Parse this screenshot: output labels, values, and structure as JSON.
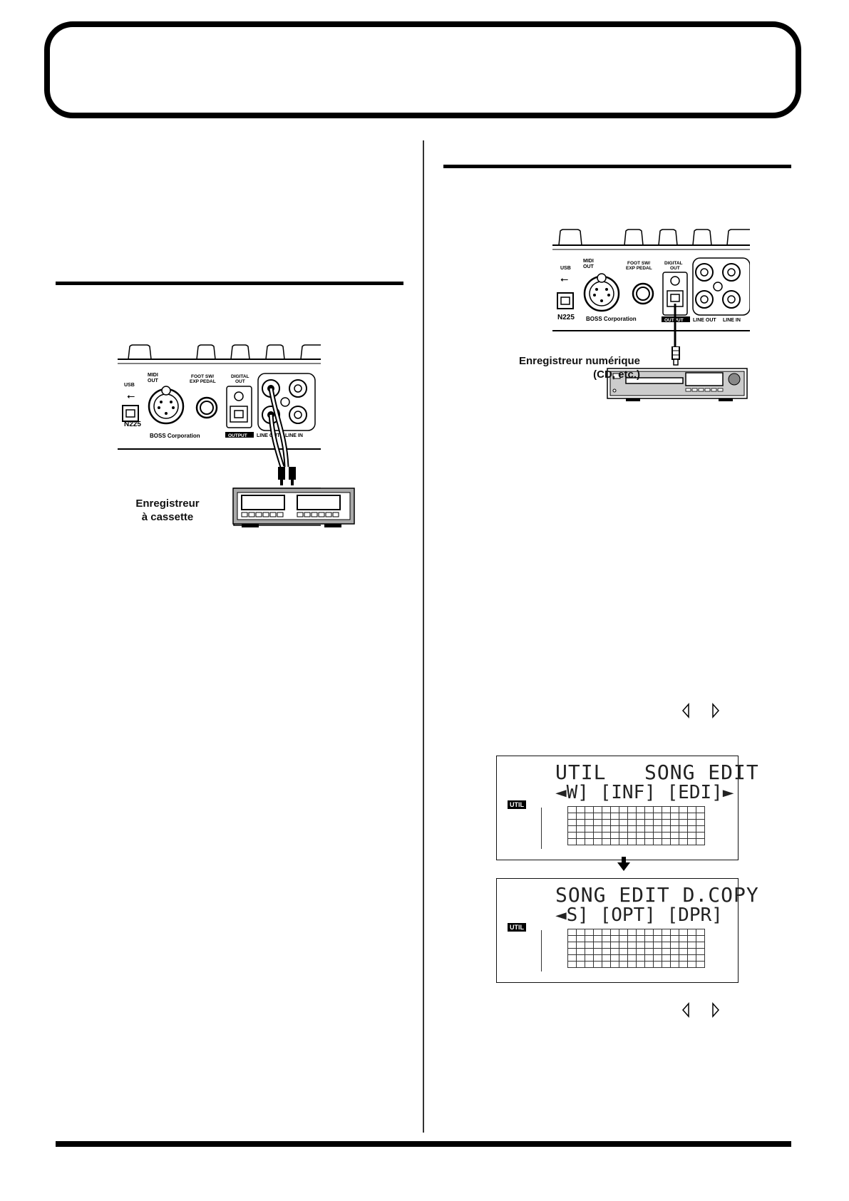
{
  "page": {
    "title": ""
  },
  "figure_cassette": {
    "device_label_line1": "Enregistreur",
    "device_label_line2": "à cassette",
    "panel": {
      "usb": "USB",
      "model": "N225",
      "midi_out": "MIDI OUT",
      "foot_sw": "FOOT SW/ EXP PEDAL",
      "digital_out": "DIGITAL OUT",
      "output": "OUTPUT",
      "line_out": "LINE OUT",
      "line_in": "LINE IN",
      "brand": "BOSS Corporation"
    }
  },
  "figure_digital": {
    "device_label_line1": "Enregistreur numérique",
    "device_label_line2": "(CD, etc.)",
    "panel": {
      "usb": "USB",
      "model": "N225",
      "midi_out": "MIDI OUT",
      "foot_sw": "FOOT SW/ EXP PEDAL",
      "digital_out": "DIGITAL OUT",
      "output": "OUTPUT",
      "line_out": "LINE OUT",
      "line_in": "LINE IN",
      "brand": "BOSS Corporation"
    }
  },
  "lcd_screens": [
    {
      "line1": "UTIL   SONG EDIT",
      "line2": "◄W] [INF] [EDI]►",
      "badge": "UTIL"
    },
    {
      "line1": "SONG EDIT D.COPY",
      "line2": "◄S] [OPT] [DPR]",
      "badge": "UTIL"
    }
  ],
  "nav_buttons": {
    "left_icon": "cursor-left-icon",
    "right_icon": "cursor-right-icon"
  }
}
